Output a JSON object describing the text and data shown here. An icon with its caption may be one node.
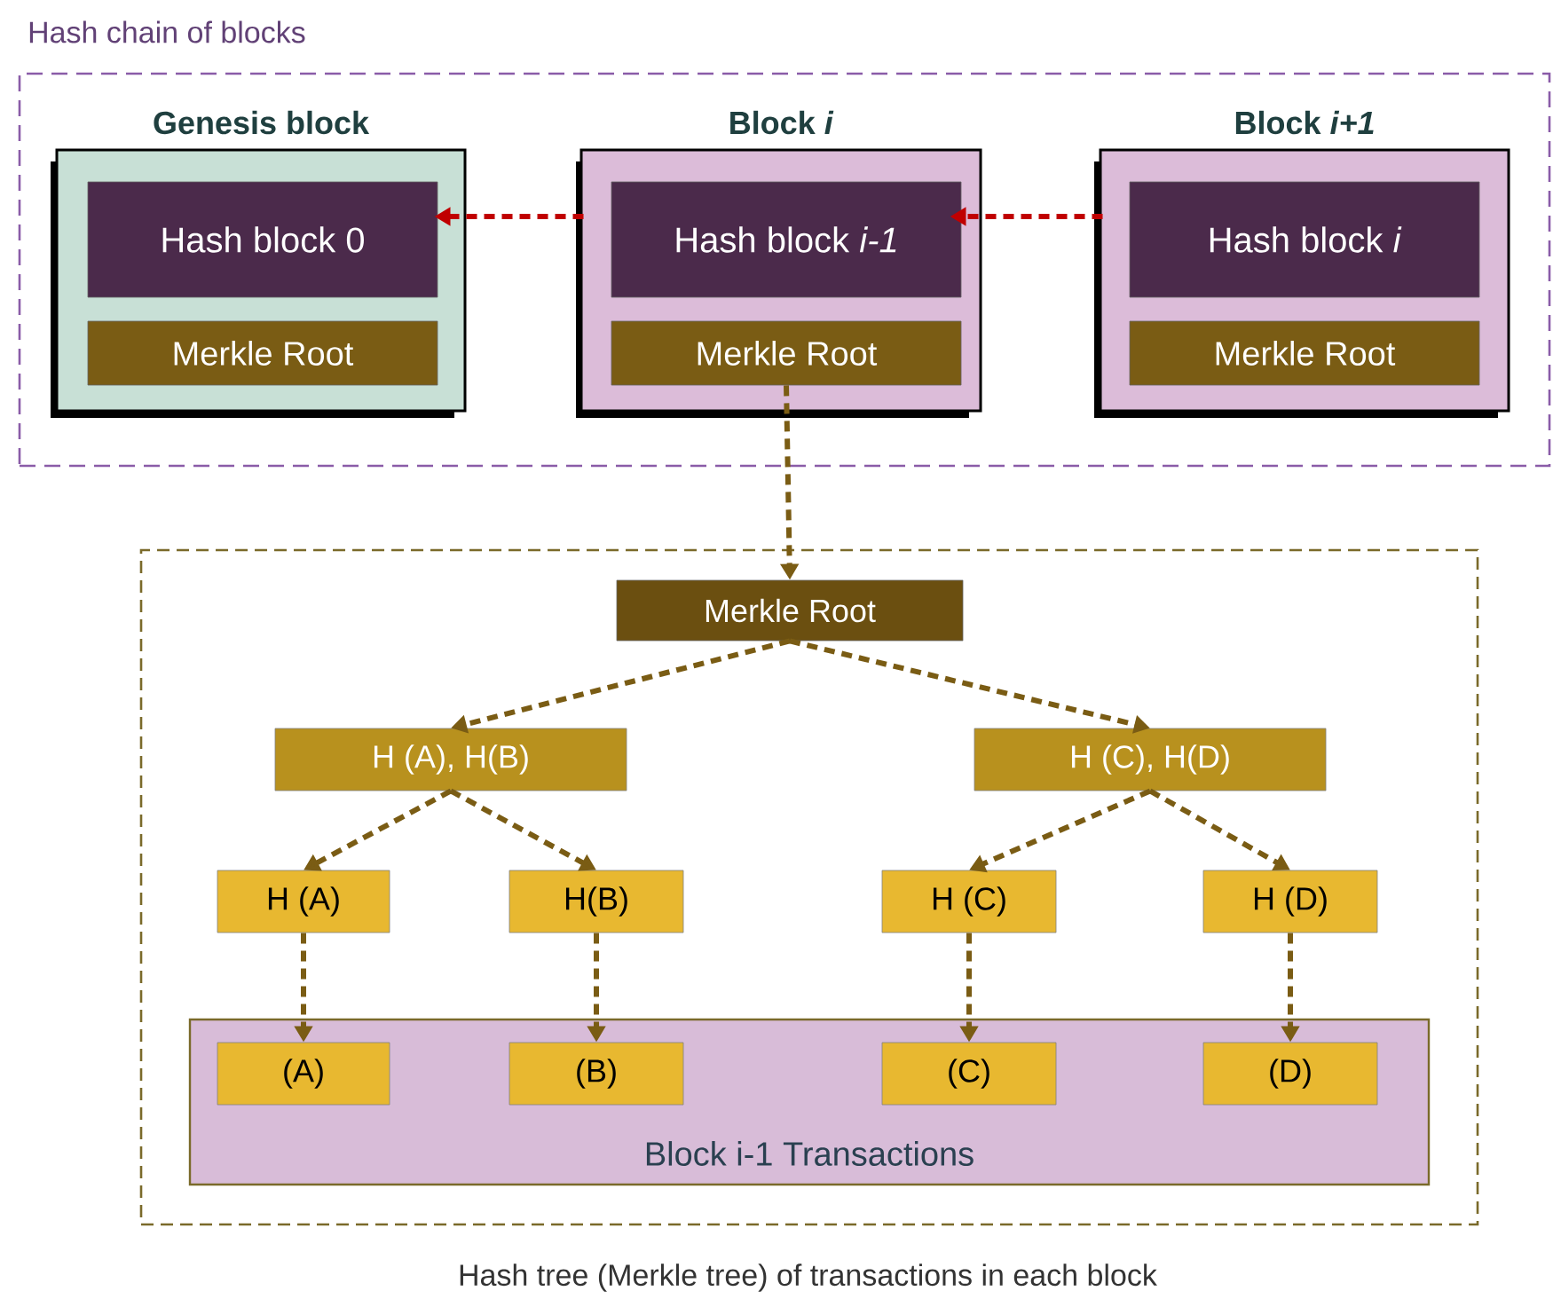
{
  "diagram": {
    "caption": "Hash tree (Merkle tree) of transactions in each block",
    "nodes": [
      {
        "text": [
          "Hash chain of blocks"
        ]
      },
      {
        "text": [
          "Genesis block"
        ],
        "in": 0
      },
      {
        "text": [
          "Hash block 0"
        ],
        "in": 1
      },
      {
        "text": [
          "Merkle Root"
        ],
        "in": 1
      },
      {
        "text": [
          "Block *i*"
        ],
        "in": 0
      },
      {
        "text": [
          "Hash block *i-1*"
        ],
        "in": 4
      },
      {
        "text": [
          "Merkle Root"
        ],
        "in": 4
      },
      {
        "text": [
          "Block *i+1*"
        ],
        "in": 0
      },
      {
        "text": [
          "Hash block *i*"
        ],
        "in": 7
      },
      {
        "text": [
          "Merkle Root"
        ],
        "in": 7
      },
      {
        "text": [],
        "shape": "box"
      },
      {
        "text": [
          "Merkle Root"
        ],
        "in": 10
      },
      {
        "text": [
          "H (A), H(B)"
        ],
        "in": 10
      },
      {
        "text": [
          "H (C), H(D)"
        ],
        "in": 10
      },
      {
        "text": [
          "H (A)"
        ],
        "in": 10
      },
      {
        "text": [
          "H(B)"
        ],
        "in": 10
      },
      {
        "text": [
          "H (C)"
        ],
        "in": 10
      },
      {
        "text": [
          "H (D)"
        ],
        "in": 10
      },
      {
        "text": [
          "Block i-1 Transactions"
        ],
        "in": 10
      },
      {
        "text": [
          "(A)"
        ],
        "in": 18
      },
      {
        "text": [
          "(B)"
        ],
        "in": 18
      },
      {
        "text": [
          "(C)"
        ],
        "in": 18
      },
      {
        "text": [
          "(D)"
        ],
        "in": 18
      }
    ],
    "edges": [
      {
        "from": 4,
        "to": 1,
        "arrow": "to",
        "style": "dashed",
        "color": "#c00000"
      },
      {
        "from": 7,
        "to": 4,
        "arrow": "to",
        "style": "dashed",
        "color": "#c00000"
      },
      {
        "from": 6,
        "to": 11,
        "arrow": "to",
        "style": "dashed"
      },
      {
        "from": 11,
        "to": 12,
        "arrow": "to",
        "style": "dashed"
      },
      {
        "from": 11,
        "to": 13,
        "arrow": "to",
        "style": "dashed"
      },
      {
        "from": 12,
        "to": 14,
        "arrow": "to",
        "style": "dashed"
      },
      {
        "from": 12,
        "to": 15,
        "arrow": "to",
        "style": "dashed"
      },
      {
        "from": 13,
        "to": 16,
        "arrow": "to",
        "style": "dashed"
      },
      {
        "from": 13,
        "to": 17,
        "arrow": "to",
        "style": "dashed"
      },
      {
        "from": 14,
        "to": 19,
        "arrow": "to",
        "style": "dashed"
      },
      {
        "from": 15,
        "to": 20,
        "arrow": "to",
        "style": "dashed"
      },
      {
        "from": 16,
        "to": 21,
        "arrow": "to",
        "style": "dashed"
      },
      {
        "from": 17,
        "to": 22,
        "arrow": "to",
        "style": "dashed"
      }
    ]
  }
}
